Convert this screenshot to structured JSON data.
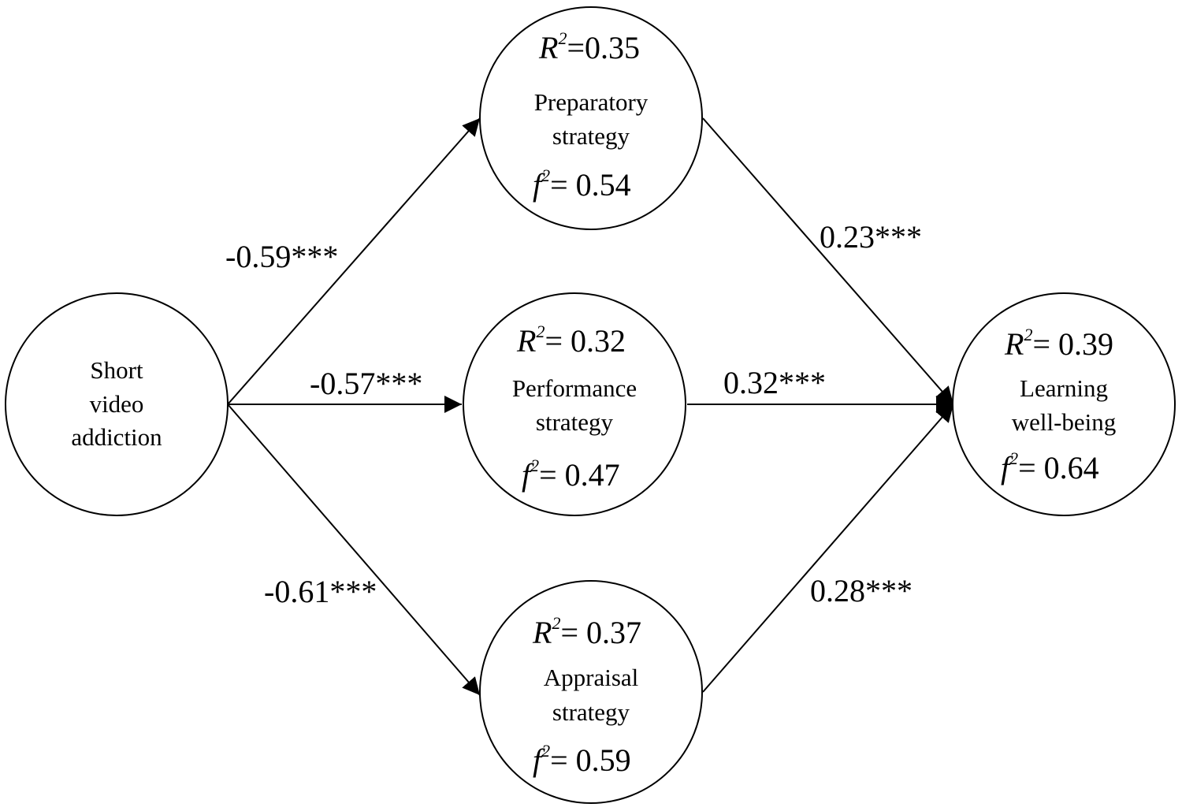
{
  "nodes": {
    "short_video": {
      "label_lines": [
        "Short",
        "video",
        "addiction"
      ]
    },
    "preparatory": {
      "label_lines": [
        "Preparatory",
        "strategy"
      ],
      "r2": "=0.35",
      "f2": "= 0.54"
    },
    "performance": {
      "label_lines": [
        "Performance",
        "strategy"
      ],
      "r2": "= 0.32",
      "f2": "= 0.47"
    },
    "appraisal": {
      "label_lines": [
        "Appraisal",
        "strategy"
      ],
      "r2": "= 0.37",
      "f2": "= 0.59"
    },
    "learning": {
      "label_lines": [
        "Learning",
        "well-being"
      ],
      "r2": "= 0.39",
      "f2": "= 0.64"
    }
  },
  "symbols": {
    "r": "R",
    "f": "f",
    "sup": "2"
  },
  "paths": [
    {
      "from": "short_video",
      "to": "preparatory",
      "coefficient": "-0.59***"
    },
    {
      "from": "short_video",
      "to": "performance",
      "coefficient": "-0.57***"
    },
    {
      "from": "short_video",
      "to": "appraisal",
      "coefficient": "-0.61***"
    },
    {
      "from": "preparatory",
      "to": "learning",
      "coefficient": "0.23***"
    },
    {
      "from": "performance",
      "to": "learning",
      "coefficient": "0.32***"
    },
    {
      "from": "appraisal",
      "to": "learning",
      "coefficient": "0.28***"
    }
  ]
}
